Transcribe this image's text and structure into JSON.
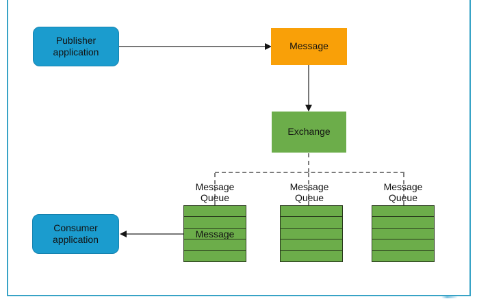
{
  "diagram": {
    "publisher": {
      "label": "Publisher\napplication"
    },
    "message": {
      "label": "Message"
    },
    "exchange": {
      "label": "Exchange"
    },
    "consumer": {
      "label": "Consumer\napplication"
    },
    "queues": [
      {
        "label": "Message\nQueue",
        "rows": [
          "",
          "",
          "Message",
          "",
          ""
        ]
      },
      {
        "label": "Message\nQueue",
        "rows": [
          "",
          "",
          "",
          "",
          ""
        ]
      },
      {
        "label": "Message\nQueue",
        "rows": [
          "",
          "",
          "",
          "",
          ""
        ]
      }
    ],
    "colors": {
      "node_blue": "#1b9cce",
      "node_orange": "#f9a008",
      "node_green": "#6cad4a",
      "frame_blue": "#38a3c6",
      "dash_gray": "#7c7c7c",
      "line_gray": "#777777"
    }
  }
}
